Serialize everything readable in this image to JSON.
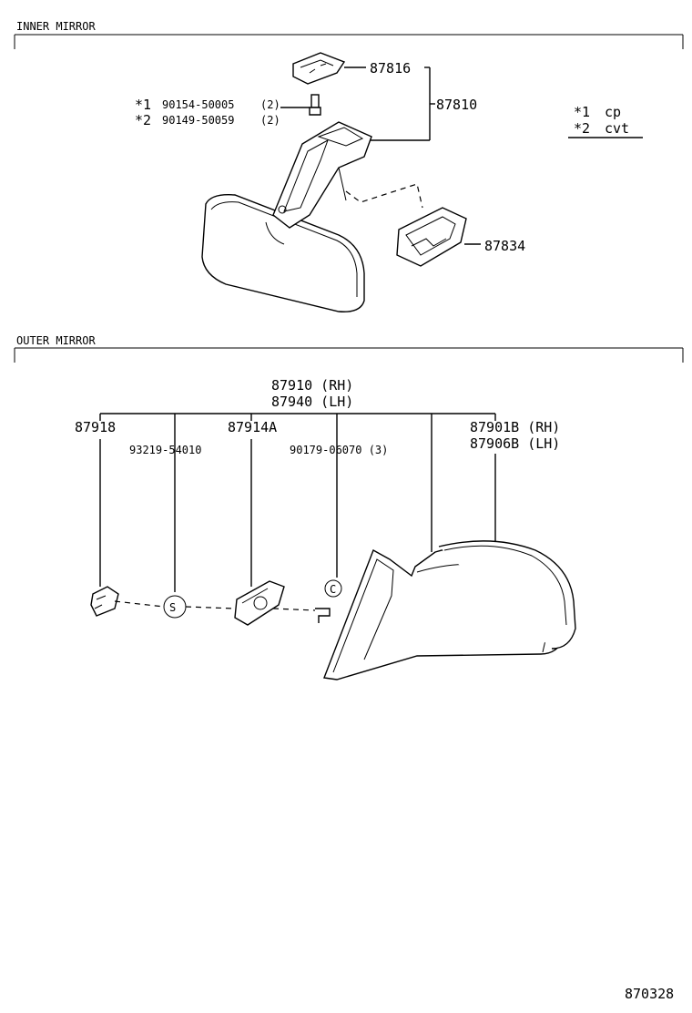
{
  "sections": {
    "inner": {
      "title": "INNER MIRROR"
    },
    "outer": {
      "title": "OUTER MIRROR"
    }
  },
  "inner": {
    "p87816": "87816",
    "p87810": "87810",
    "p87834": "87834",
    "bolt1_mark": "*1",
    "bolt1_num": "90154-50005",
    "bolt1_qty": "(2)",
    "bolt2_mark": "*2",
    "bolt2_num": "90149-50059",
    "bolt2_qty": "(2)",
    "legend1_mark": "*1",
    "legend1_text": "cp",
    "legend2_mark": "*2",
    "legend2_text": "cvt"
  },
  "outer": {
    "assy_rh": "87910 (RH)",
    "assy_lh": "87940 (LH)",
    "p87918": "87918",
    "p93219": "93219-54010",
    "p87914A": "87914A",
    "p90179": "90179-06070 (3)",
    "p87901B": "87901B (RH)",
    "p87906B": "87906B (LH)",
    "screw_symbol": "S",
    "clip_symbol": "C"
  },
  "footer": {
    "code": "870328"
  }
}
